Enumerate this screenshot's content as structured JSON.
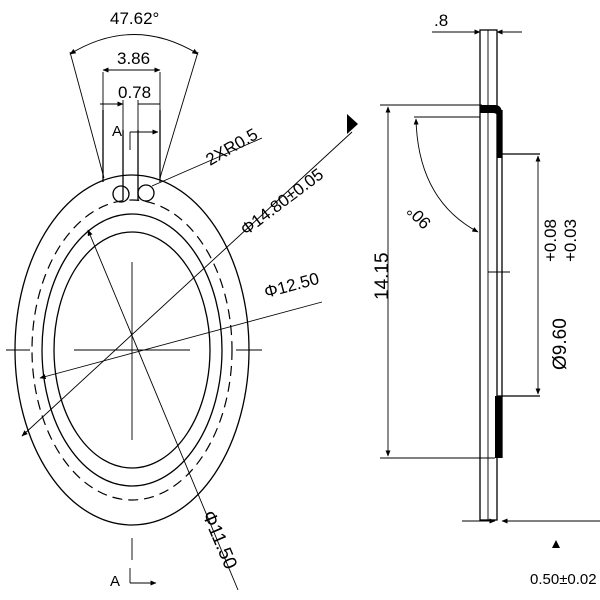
{
  "labels": {
    "angle_top": "47.62°",
    "slot_width": "3.86",
    "slot_gap": "0.78",
    "section_a": "A",
    "radius": "2XR0.5",
    "od_dia": "Φ14.80±0.05",
    "pcd_dia": "Φ12.50",
    "id_dia": "Φ11.50",
    "thickness": ".8",
    "height": "14.15",
    "angle_90": "90°",
    "tol_upper": "+0.08",
    "tol_lower": "+0.03",
    "bore_dia": "Ø9.60",
    "wall": "0.50±0.02"
  },
  "colors": {
    "ink": "#000000",
    "paper": "#ffffff"
  }
}
